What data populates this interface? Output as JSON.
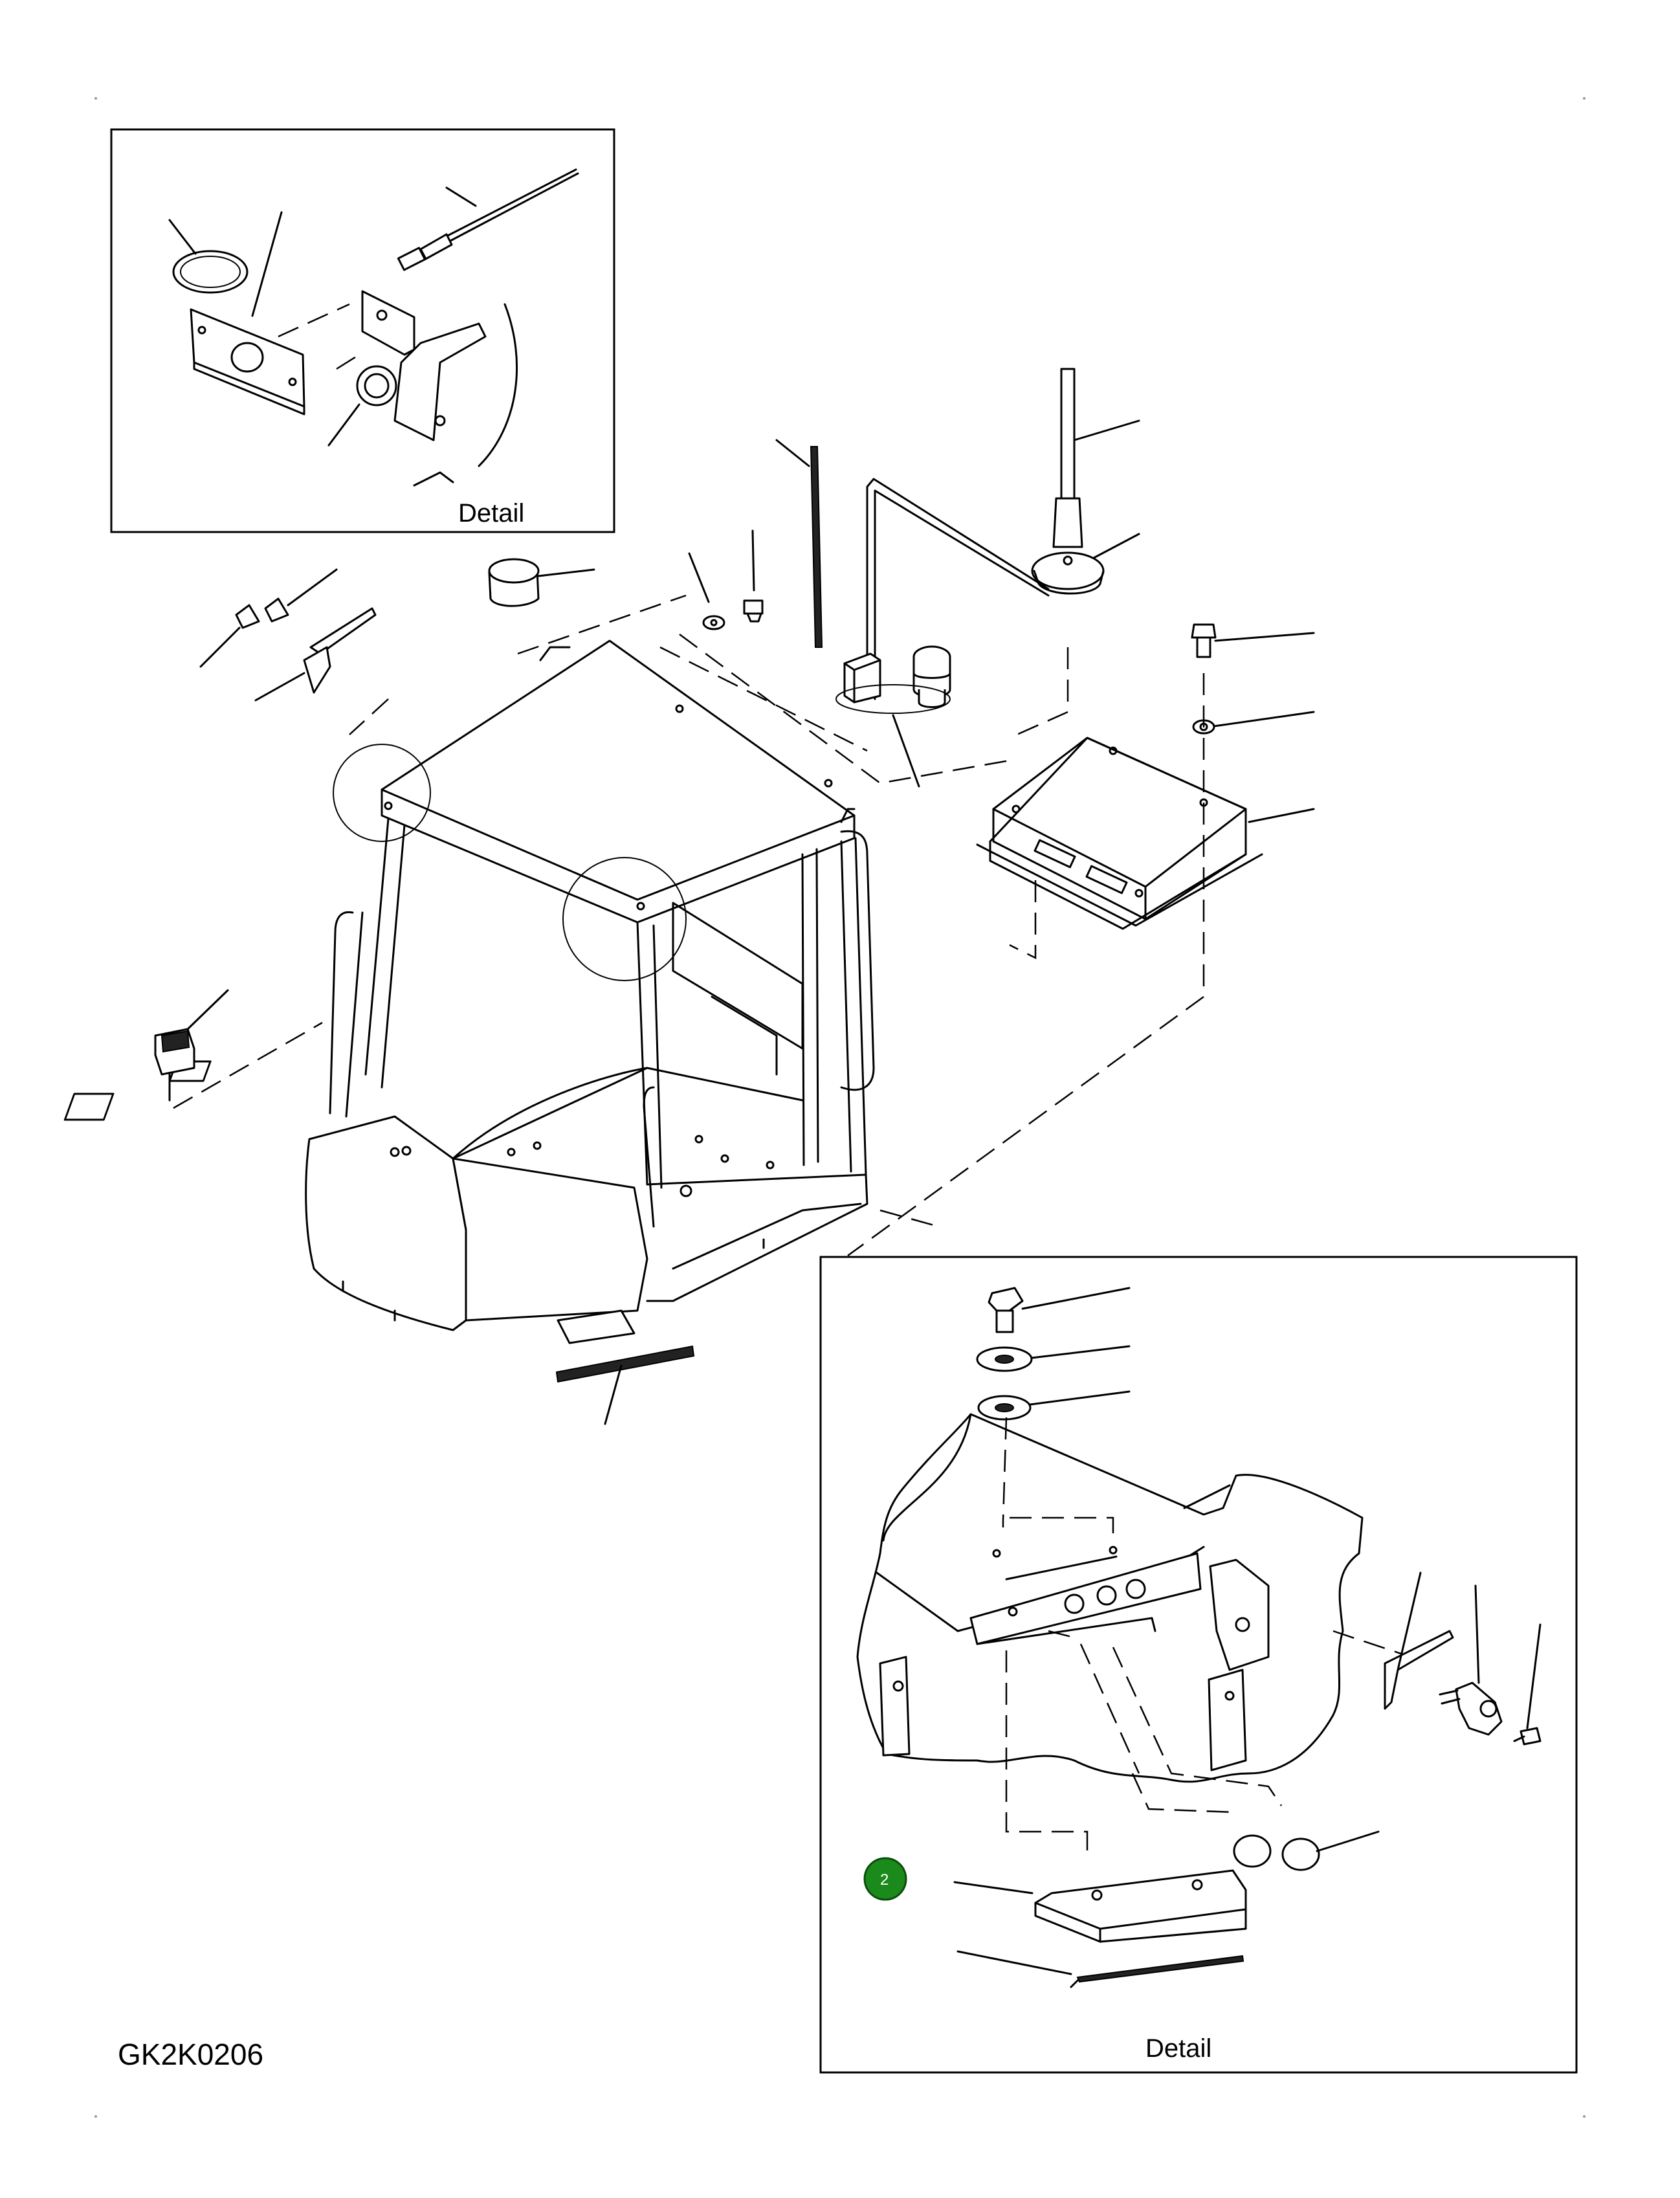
{
  "drawing": {
    "code": "GK2K0206",
    "detail_top_label": "Detail",
    "detail_bottom_label": "Detail",
    "callout_badge": "2",
    "badge_color": "#1a8a1a",
    "line_color": "#000000"
  }
}
